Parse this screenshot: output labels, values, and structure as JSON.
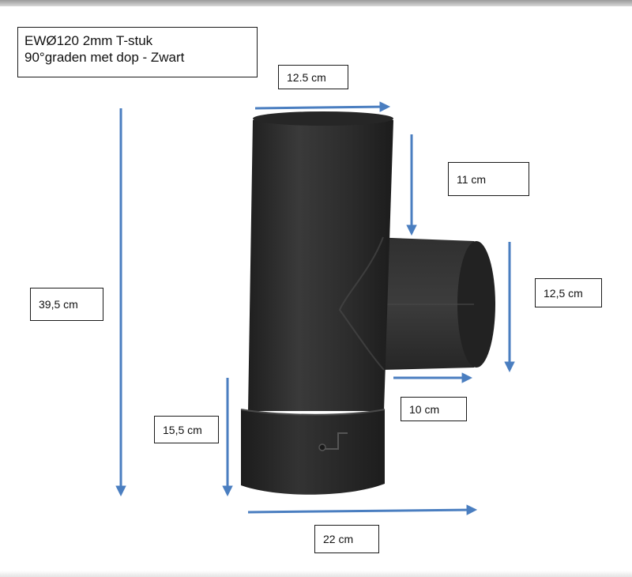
{
  "title": {
    "line1": "EWØ120 2mm T-stuk",
    "line2": "90°graden met dop - Zwart"
  },
  "dimensions": {
    "top_width": "12.5 cm",
    "branch_offset": "11 cm",
    "branch_height": "12,5 cm",
    "branch_length": "10 cm",
    "total_height": "39,5 cm",
    "sleeve_height": "15,5 cm",
    "total_width": "22 cm"
  },
  "colors": {
    "arrow": "#4a7ec0",
    "pipe": "#2b2b2b",
    "box_border": "#1a1a1a"
  }
}
